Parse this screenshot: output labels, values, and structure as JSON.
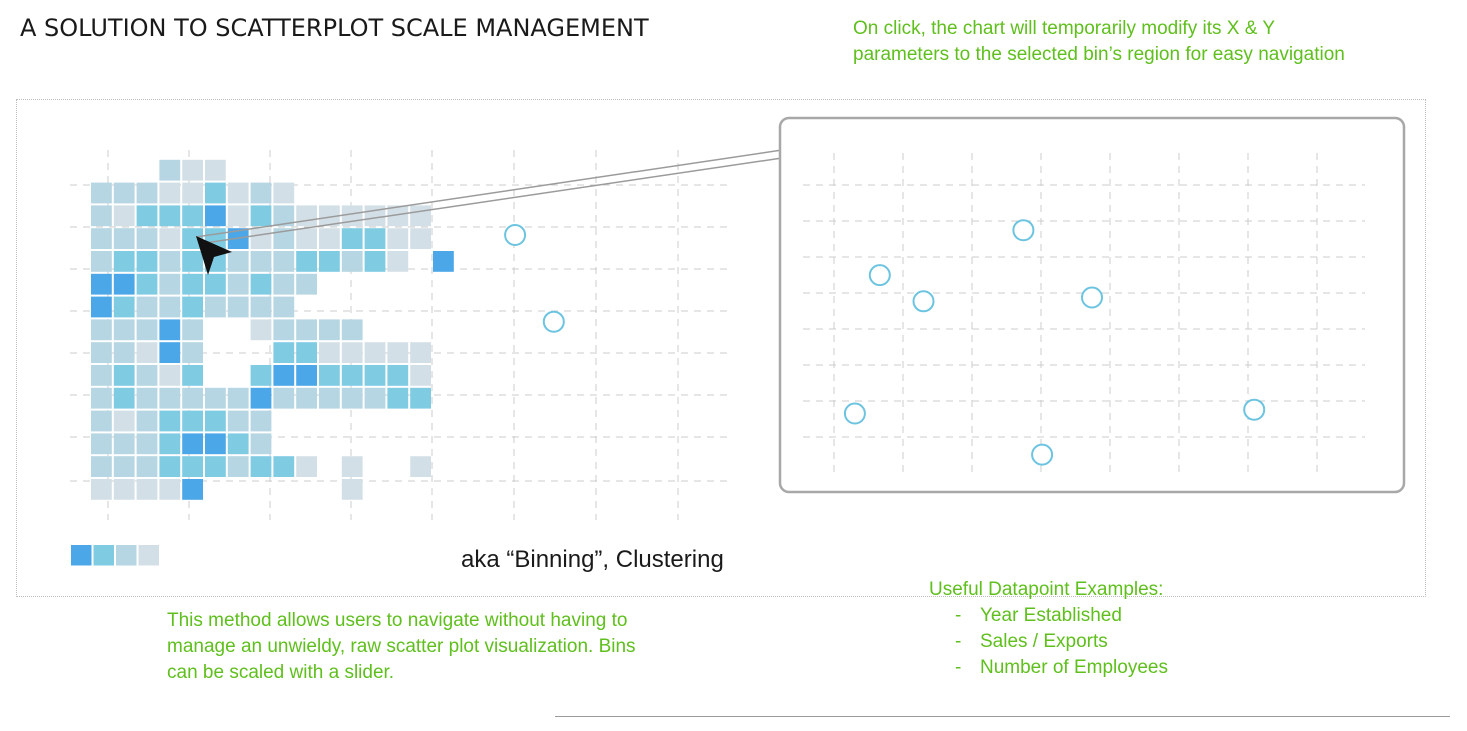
{
  "page": {
    "title": "A SOLUTION TO SCATTERPLOT SCALE MANAGEMENT",
    "top_note": "On click, the chart will temporarily modify its X & Y parameters to the selected bin’s region for easy navigation",
    "bottom_note": "This method allows users to navigate without having to manage an unwieldy, raw scatter plot visualization. Bins can be scaled with a slider.",
    "caption": "aka “Binning”, Clustering",
    "examples_heading": "Useful Datapoint Examples:",
    "examples": [
      {
        "dash": "-",
        "label": "Year Established"
      },
      {
        "dash": "-",
        "label": "Sales / Exports"
      },
      {
        "dash": "-",
        "label": "Number of Employees"
      }
    ]
  },
  "colors": {
    "level_1": "#d3dfe6",
    "level_2": "#b6d6e3",
    "level_3": "#7fcbe2",
    "level_4": "#4ba7e8",
    "accent_green": "#5fbf1c",
    "point_stroke": "#6cc4e0",
    "grid": "#cccccc",
    "zoom_border": "#a8a8a8"
  },
  "legend": {
    "swatch_levels": [
      4,
      3,
      2,
      1
    ]
  },
  "heatmap": {
    "rows": [
      "0000000000000000",
      "0002110000000000",
      "2221131210000000",
      "2133341321111110",
      "2221334121133110",
      "2332332223323104",
      "4432332322000000",
      "4322322220000000",
      "2224200122220000",
      "2214200033111110",
      "2321300344333310",
      "2322222422222330",
      "2123332200000000",
      "2223443200000000",
      "2223332331010010",
      "1111400000010000"
    ],
    "extra_points": [
      {
        "col": 18.6,
        "row": 4.3
      },
      {
        "col": 20.3,
        "row": 8.1
      }
    ]
  },
  "zoom_view": {
    "points": [
      {
        "x": 0.39,
        "y": 0.3
      },
      {
        "x": 0.16,
        "y": 0.42
      },
      {
        "x": 0.23,
        "y": 0.49
      },
      {
        "x": 0.5,
        "y": 0.48
      },
      {
        "x": 0.12,
        "y": 0.79
      },
      {
        "x": 0.76,
        "y": 0.78
      },
      {
        "x": 0.42,
        "y": 0.9
      }
    ]
  }
}
